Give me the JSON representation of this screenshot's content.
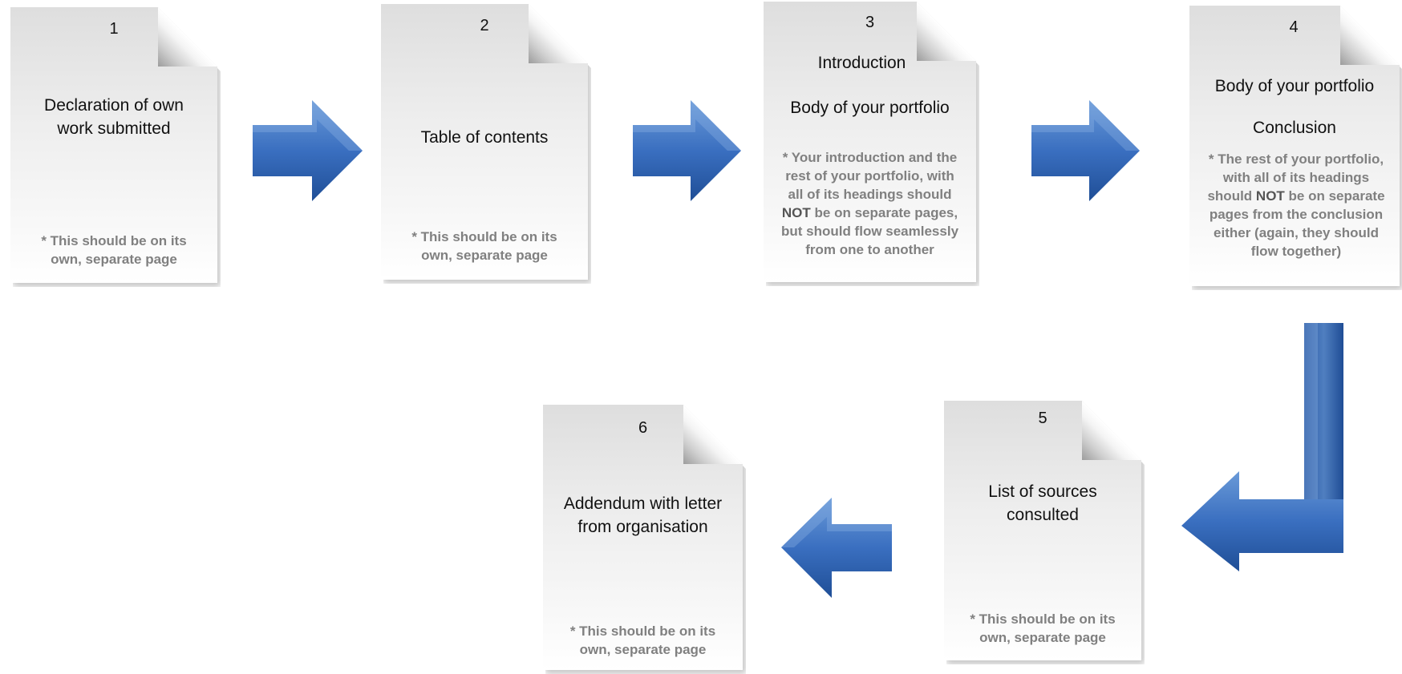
{
  "pages": [
    {
      "number": "1",
      "titles": [
        "Declaration of own work submitted"
      ],
      "note": "* This should be on its own, separate page"
    },
    {
      "number": "2",
      "titles": [
        "Table of contents"
      ],
      "note": "* This should be on its own, separate page"
    },
    {
      "number": "3",
      "titles": [
        "Introduction",
        "Body of your portfolio"
      ],
      "note_parts": [
        "* Your introduction and the rest of your portfolio, with all of its headings should ",
        "NOT",
        " be on separate pages, but should flow seamlessly from one to another"
      ]
    },
    {
      "number": "4",
      "titles": [
        "Body of your portfolio",
        "Conclusion"
      ],
      "note_parts": [
        "* The rest of your portfolio, with all of its headings should ",
        "NOT",
        " be on separate pages from the conclusion either (again, they should flow together)"
      ]
    },
    {
      "number": "5",
      "titles": [
        "List of sources consulted"
      ],
      "note": "* This should be on its own, separate page"
    },
    {
      "number": "6",
      "titles": [
        "Addendum with letter from organisation"
      ],
      "note": "* This should be on its own, separate page"
    }
  ],
  "colors": {
    "arrow_light": "#6a9ad8",
    "arrow_mid": "#3a6fc0",
    "arrow_dark": "#1f4e96",
    "note_text": "#808080"
  }
}
